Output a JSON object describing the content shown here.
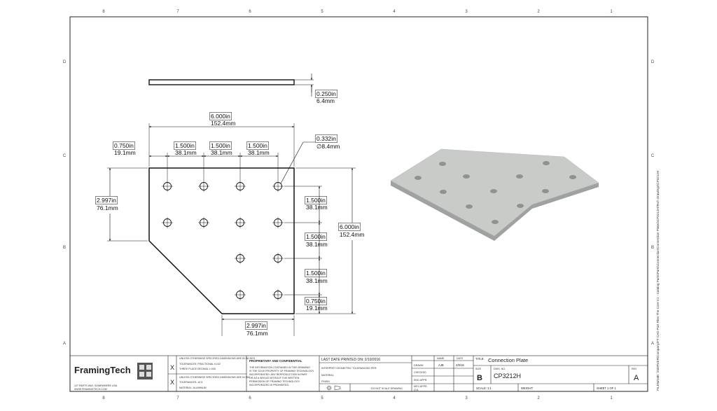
{
  "border": {
    "columns": [
      "8",
      "7",
      "6",
      "5",
      "4",
      "3",
      "2",
      "1"
    ],
    "rows": [
      "D",
      "C",
      "B",
      "A"
    ]
  },
  "side_text": "FILENAME: \\\\SERVER\\Company\\FT CAD Part Files The Core V1 - Catalog Parts\\Parts\\Connection\\Connection Plates\\CP3212H\\Tech Drawings\\CP3212H",
  "dimensions": {
    "thickness": [
      "0.250in",
      "6.4mm"
    ],
    "overall_width": [
      "6.000in",
      "152.4mm"
    ],
    "hole_dia": [
      "0.332in",
      "∅8.4mm"
    ],
    "left_edge": [
      "0.750in",
      "19.1mm"
    ],
    "pitch_1": [
      "1.500in",
      "38.1mm"
    ],
    "pitch_2": [
      "1.500in",
      "38.1mm"
    ],
    "pitch_3": [
      "1.500in",
      "38.1mm"
    ],
    "left_height": [
      "2.997in",
      "76.1mm"
    ],
    "right_pitch_1": [
      "1.500in",
      "38.1mm"
    ],
    "right_pitch_2": [
      "1.500in",
      "38.1mm"
    ],
    "right_pitch_3": [
      "1.500in",
      "38.1mm"
    ],
    "right_edge": [
      "0.750in",
      "19.1mm"
    ],
    "overall_height": [
      "6.000in",
      "152.4mm"
    ],
    "bottom_width": [
      "2.997in",
      "76.1mm"
    ]
  },
  "title_block": {
    "company_logo": "FramingTech",
    "logo_caption": [
      "127 PARTS WAY, SOMEWHERE USA",
      "WWW.FRAMINGTECH.COM"
    ],
    "notes": [
      "UNLESS OTHERWISE SPECIFIED DIMENSIONS ARE IN INCHES",
      "TOLERANCES: FRACTIONAL ±1/32",
      "THREE PLACE DECIMAL ±.005",
      "UNLESS OTHERWISE SPECIFIED DIMENSIONS ARE IN MM",
      "TOLERANCES: ±0.5",
      "MATERIAL: ALUMINUM"
    ],
    "proprietary_heading": "PROPRIETARY AND CONFIDENTIAL",
    "proprietary_text": [
      "THE INFORMATION CONTAINED IN THIS DRAWING",
      "IS THE SOLE PROPERTY OF FRAMING TECHNOLOGY",
      "INCORPORATED. ANY REPRODUCTION IN PART",
      "OR AS A WHOLE WITHOUT THE WRITTEN",
      "PERMISSION OF FRAMING TECHNOLOGY",
      "INCORPORATED IS PROHIBITED."
    ],
    "last_printed": "LAST DATE PRINTED ON: 2/10/2016",
    "interpret": [
      "INTERPRET GEOMETRIC TOLERANCING PER:",
      "MATERIAL",
      "FINISH"
    ],
    "do_not_scale": "DO NOT SCALE DRAWING",
    "row_labels": [
      "DRAWN",
      "CHECKED",
      "ENG APPR.",
      "MFG APPR.",
      "Q.A."
    ],
    "col_name": "NAME",
    "col_date": "DATE",
    "drawn_name": "AJB",
    "drawn_date": "2/9/16",
    "title_label": "TITLE:",
    "title": "Connection Plate",
    "size_label": "SIZE",
    "size": "B",
    "dwg_label": "DWG. NO.",
    "dwg_no": "CP3212H",
    "rev_label": "REV",
    "rev": "A",
    "scale": "SCALE: 1:1",
    "weight": "WEIGHT:",
    "sheet": "SHEET 1 OF 1"
  },
  "colors": {
    "line": "#111111",
    "plate_top": "#c9cbc9",
    "plate_edge": "#9fa2a0",
    "plate_hole": "#8f9290"
  }
}
